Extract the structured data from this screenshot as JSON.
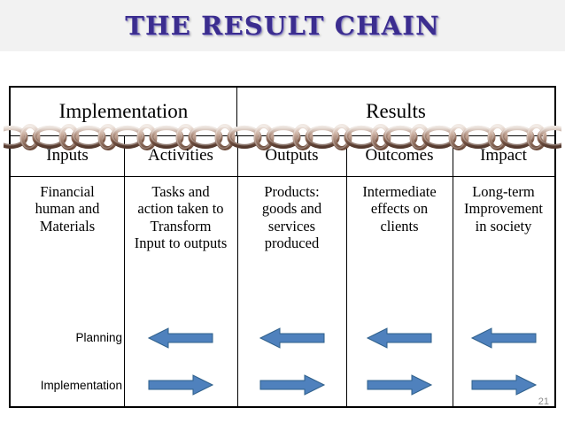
{
  "title": "The Result Chain",
  "table": {
    "top_headers": [
      {
        "label": "Implementation"
      },
      {
        "label": "Results"
      }
    ],
    "columns": [
      {
        "header": "Inputs",
        "body": "Financial\nhuman and\nMaterials"
      },
      {
        "header": "Activities",
        "body": "Tasks and\naction taken to\nTransform\nInput to outputs"
      },
      {
        "header": "Outputs",
        "body": "Products:\ngoods and\nservices\nproduced"
      },
      {
        "header": "Outcomes",
        "body": "Intermediate\neffects on\nclients"
      },
      {
        "header": "Impact",
        "body": "Long-term\nImprovement\nin society"
      }
    ],
    "arrow_rows": [
      {
        "label": "Planning",
        "direction": "left",
        "count": 4
      },
      {
        "label": "Implementation",
        "direction": "right",
        "count": 4
      }
    ]
  },
  "arrow_color": "#4f81bd",
  "arrow_border_color": "#2e5f8a",
  "title_color": "#3b2d8f",
  "page_number": "21"
}
